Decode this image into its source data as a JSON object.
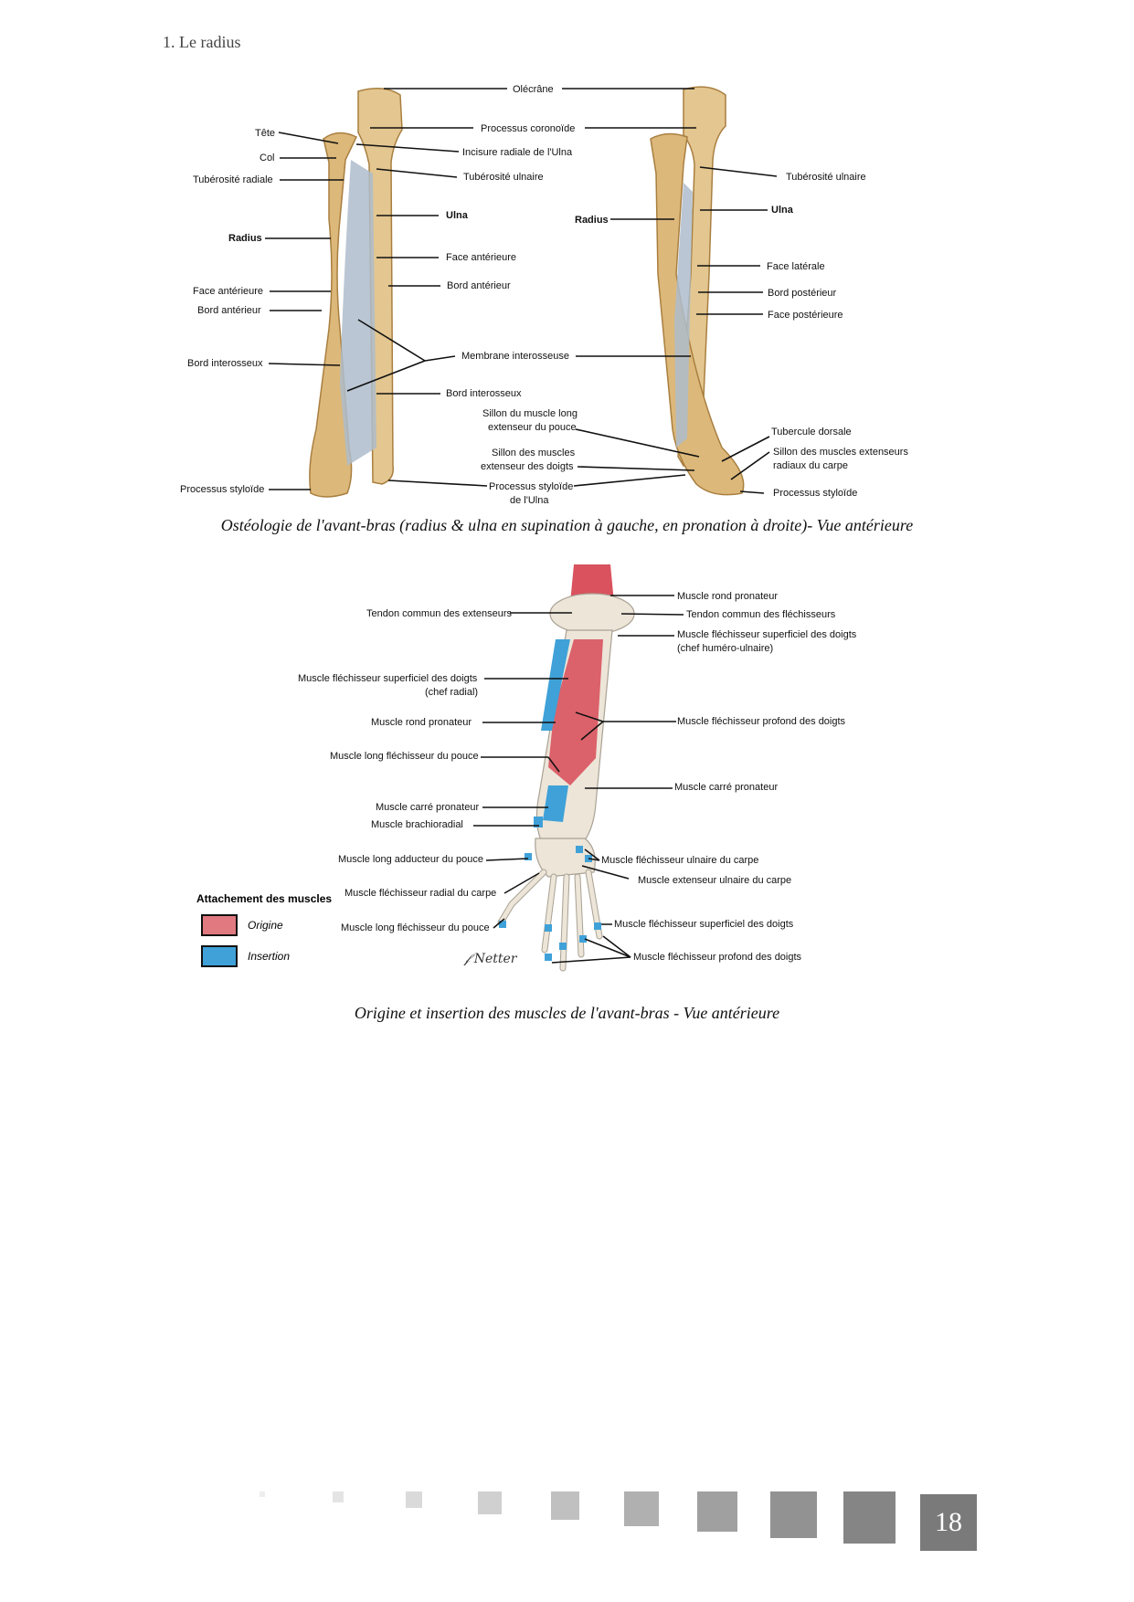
{
  "section_title": "1. Le radius",
  "figure1": {
    "caption": "Ostéologie de l'avant-bras (radius & ulna en supination à gauche, en pronation à droite)- Vue antérieure",
    "labels": {
      "olecrane": "Olécrâne",
      "processus_coronoide": "Processus coronoïde",
      "incisure_radiale": "Incisure radiale de l'Ulna",
      "tuberosite_ulnaire_left": "Tubérosité ulnaire",
      "tete": "Tête",
      "col": "Col",
      "tuberosite_radiale": "Tubérosité radiale",
      "ulna_left": "Ulna",
      "radius_left": "Radius",
      "face_anterieure_ulna": "Face antérieure",
      "bord_anterieur_ulna": "Bord antérieur",
      "face_anterieure_radius": "Face antérieure",
      "bord_anterieur_radius": "Bord antérieur",
      "membrane_interosseuse": "Membrane interosseuse",
      "bord_interosseux_radius": "Bord interosseux",
      "bord_interosseux_ulna": "Bord interosseux",
      "sillon_long_extenseur_1": "Sillon du muscle long",
      "sillon_long_extenseur_2": "extenseur du pouce",
      "sillon_ext_doigts_1": "Sillon des muscles",
      "sillon_ext_doigts_2": "extenseur des doigts",
      "processus_styloide_ulna_1": "Processus styloïde",
      "processus_styloide_ulna_2": "de l'Ulna",
      "processus_styloide_left": "Processus styloïde",
      "radius_right": "Radius",
      "tuberosite_ulnaire_right": "Tubérosité ulnaire",
      "ulna_right": "Ulna",
      "face_laterale": "Face latérale",
      "bord_posterieur": "Bord postérieur",
      "face_posterieure": "Face postérieure",
      "tubercule_dorsal": "Tubercule dorsale",
      "sillon_ext_radiaux_1": "Sillon des muscles extenseurs",
      "sillon_ext_radiaux_2": "radiaux du carpe",
      "processus_styloide_right": "Processus styloïde"
    }
  },
  "figure2": {
    "caption": "Origine et insertion des muscles de l'avant-bras - Vue antérieure",
    "labels": {
      "rond_pronateur_top": "Muscle rond pronateur",
      "tendon_extenseurs": "Tendon commun des extenseurs",
      "tendon_flechisseurs": "Tendon commun des fléchisseurs",
      "flech_superficiel_humero_1": "Muscle fléchisseur superficiel des doigts",
      "flech_superficiel_humero_2": "(chef huméro-ulnaire)",
      "flech_superficiel_radial_1": "Muscle fléchisseur superficiel des doigts",
      "flech_superficiel_radial_2": "(chef radial)",
      "rond_pronateur_mid": "Muscle rond pronateur",
      "flech_profond": "Muscle fléchisseur profond des doigts",
      "long_flech_pouce": "Muscle long fléchisseur du pouce",
      "carre_pronateur_right": "Muscle carré pronateur",
      "carre_pronateur_left": "Muscle carré pronateur",
      "brachioradial": "Muscle brachioradial",
      "long_adducteur": "Muscle long adducteur du pouce",
      "flech_ulnaire": "Muscle fléchisseur ulnaire du carpe",
      "ext_ulnaire": "Muscle extenseur ulnaire du carpe",
      "flech_radial": "Muscle fléchisseur radial du carpe",
      "flech_superficiel_hand": "Muscle fléchisseur superficiel des doigts",
      "long_flech_pouce_hand": "Muscle long fléchisseur du pouce",
      "flech_profond_hand": "Muscle fléchisseur profond des doigts"
    },
    "legend": {
      "title": "Attachement des muscles",
      "origin_label": "Origine",
      "insertion_label": "Insertion",
      "origin_color": "#e07a80",
      "insertion_color": "#3fa1d8"
    }
  },
  "page_number": "18",
  "colors": {
    "bone": "#e2c48e",
    "bone_shadow": "#c89a55",
    "membrane": "#a8b8c8",
    "muscle": "#d9525e",
    "tendon": "#4aa3d8"
  }
}
